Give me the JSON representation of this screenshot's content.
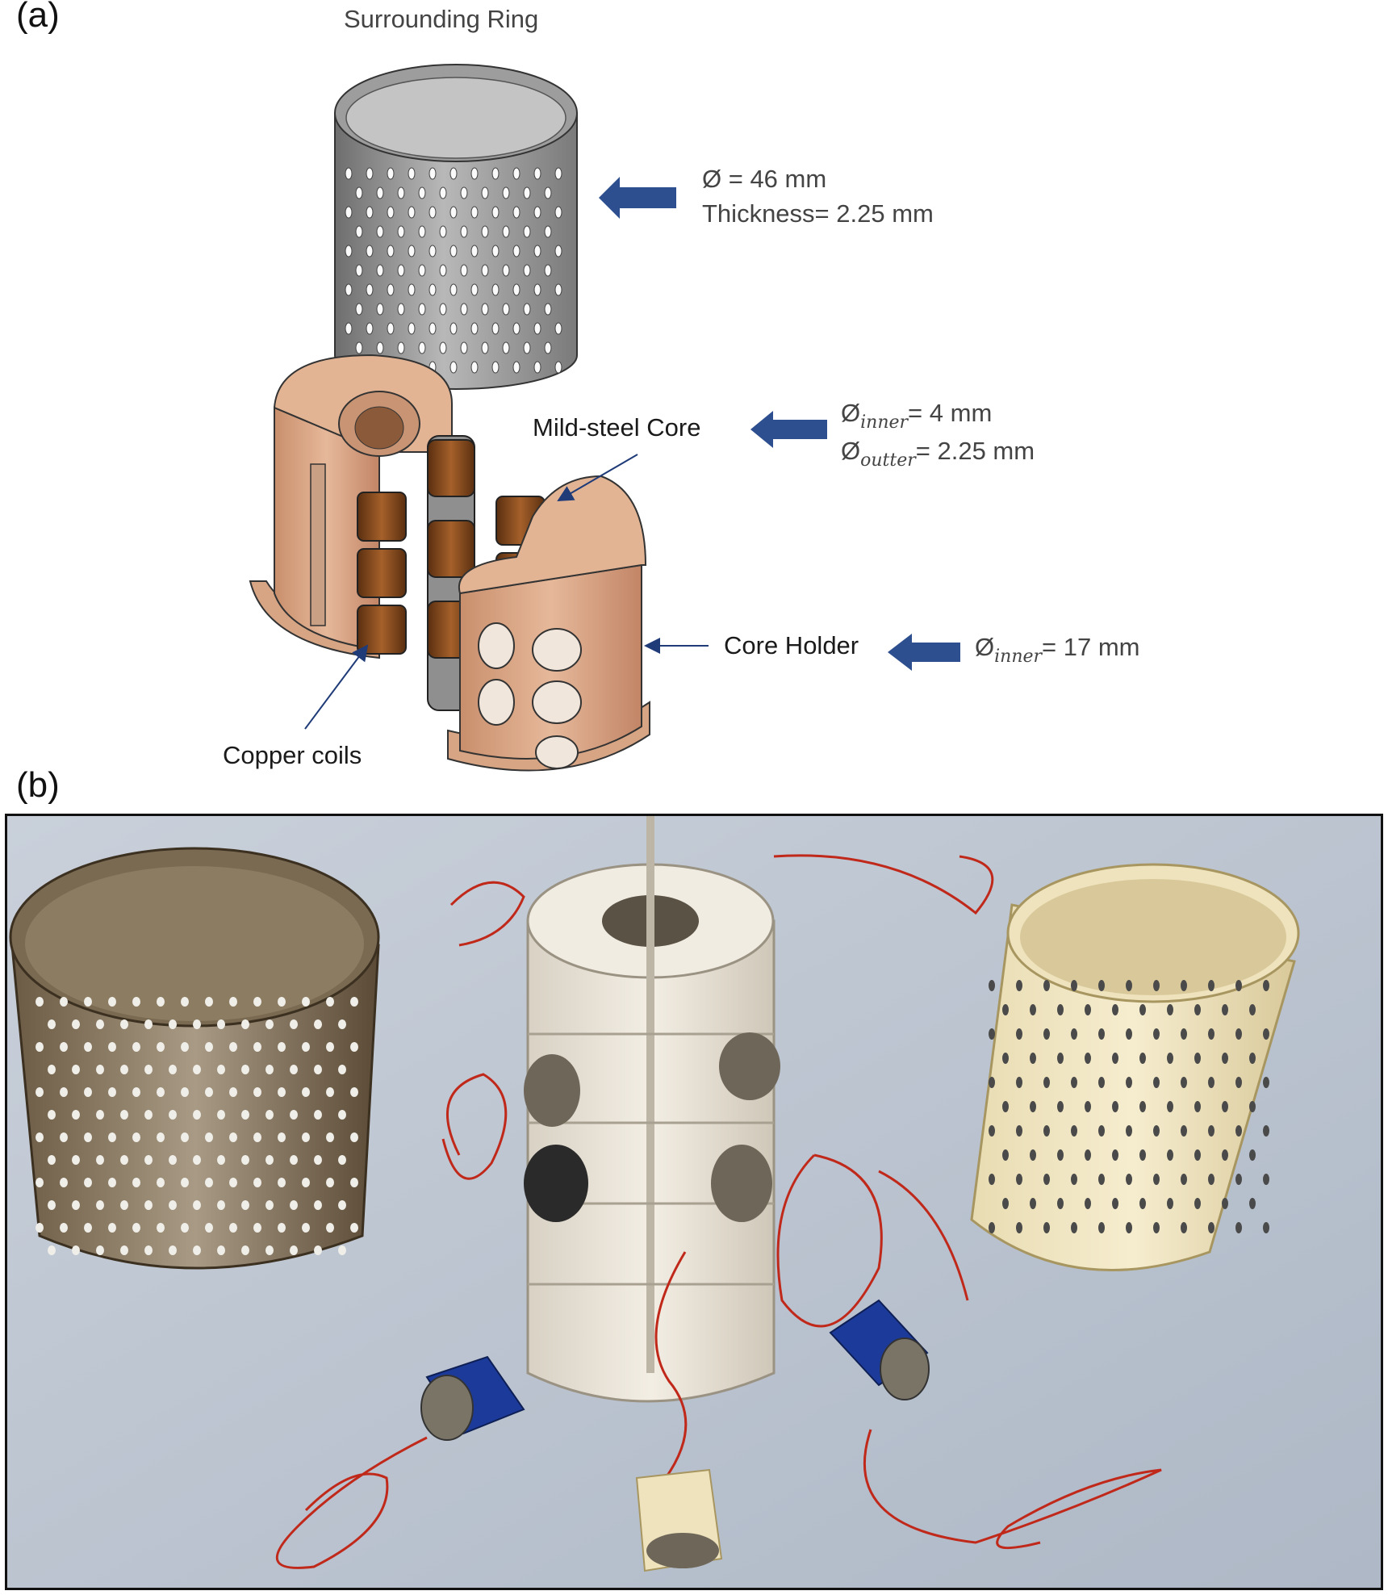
{
  "panels": {
    "a": "(a)",
    "b": "(b)"
  },
  "labels": {
    "surrounding_ring": "Surrounding Ring",
    "mild_steel_core": "Mild-steel Core",
    "core_holder": "Core Holder",
    "copper_coils": "Copper coils"
  },
  "ring_dims": {
    "diameter": "Ø = 46 mm",
    "thickness": "Thickness= 2.25 mm"
  },
  "core_dims": {
    "inner_prefix": "Ø",
    "inner_sub": "inner",
    "inner_value": "= 4 mm",
    "outer_prefix": "Ø",
    "outer_sub": "outter",
    "outer_value": "= 2.25 mm"
  },
  "holder_dims": {
    "prefix": "Ø",
    "sub": "inner",
    "value": "= 17 mm"
  },
  "colors": {
    "arrow": "#2e4f8f",
    "holder": "#d9a888",
    "coil": "#7a4418",
    "ring": "#8c8c8c",
    "copper_wire": "#c0281a",
    "blue_coil": "#1c3a9a"
  }
}
